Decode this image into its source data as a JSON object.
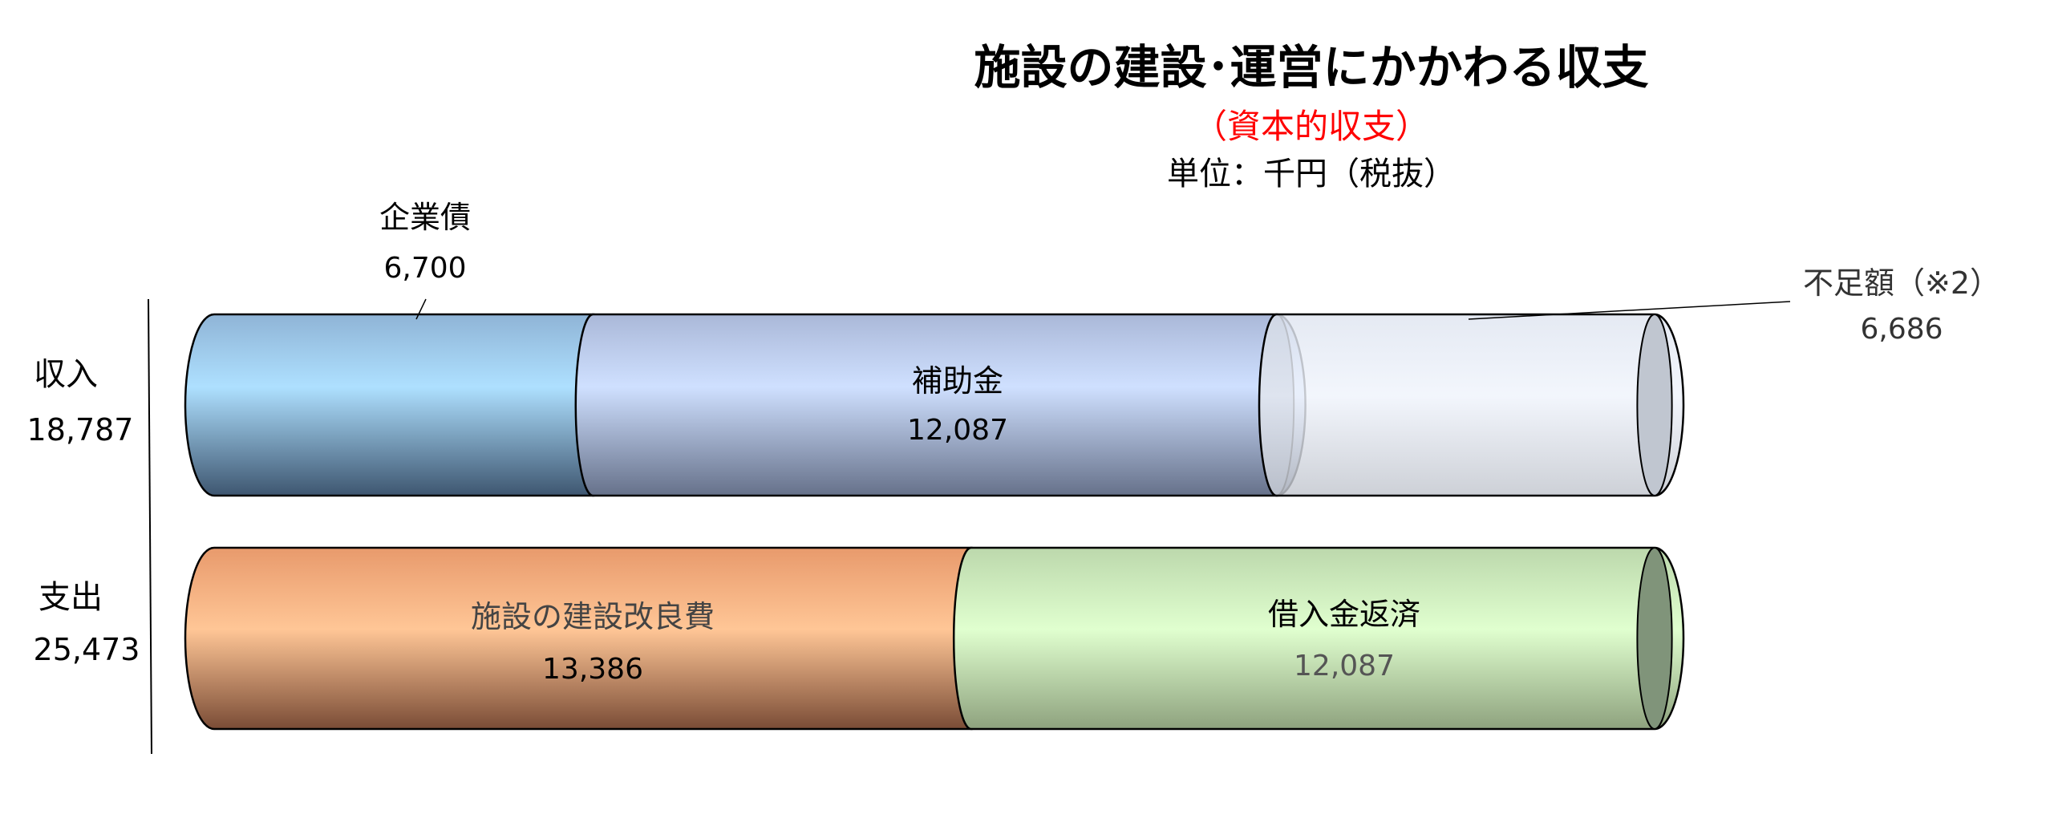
{
  "chart_data": {
    "type": "bar",
    "orientation": "horizontal",
    "stacked": true,
    "style": "3d-cylinder",
    "title": "施設の建設･運営にかかわる収支",
    "subtitle": "（資本的収支）",
    "unit": "単位：千円（税抜）",
    "categories": [
      {
        "label": "収入",
        "total": "18,787"
      },
      {
        "label": "支出",
        "total": "25,473"
      }
    ],
    "series": [
      {
        "category": 0,
        "name": "企業債",
        "value": 6700,
        "value_label": "6,700",
        "color": "#aee0ff"
      },
      {
        "category": 0,
        "name": "補助金",
        "value": 12087,
        "value_label": "12,087",
        "color": "#cfe0ff"
      },
      {
        "category": 0,
        "name": "不足額（※2）",
        "value": 6686,
        "value_label": "6,686",
        "color": "#eef2fa"
      },
      {
        "category": 1,
        "name": "施設の建設改良費",
        "value": 13386,
        "value_label": "13,386",
        "color": "#ffc696"
      },
      {
        "category": 1,
        "name": "借入金返済",
        "value": 12087,
        "value_label": "12,087",
        "color": "#e0ffcf"
      }
    ],
    "xlim": [
      0,
      25473
    ],
    "grid": false,
    "title_color": "#000000",
    "subtitle_color": "#ff0000"
  }
}
